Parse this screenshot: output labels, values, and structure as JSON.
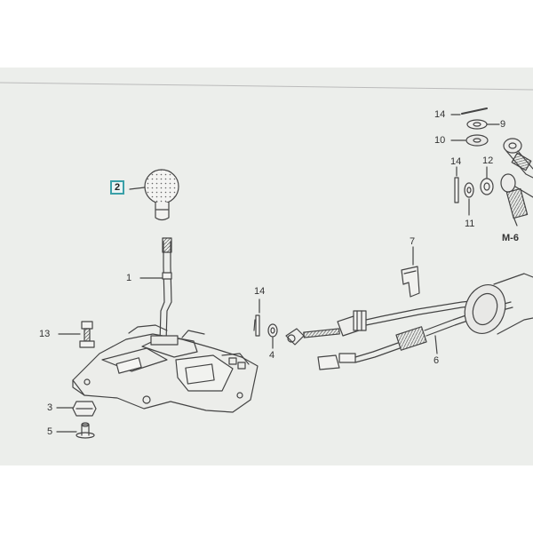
{
  "callouts": {
    "c14_top": "14",
    "c9": "9",
    "c10": "10",
    "c14_right": "14",
    "c12": "12",
    "c11": "11",
    "m6": "M-6",
    "c2": "2",
    "c7": "7",
    "c1": "1",
    "c14_mid": "14",
    "c13": "13",
    "c4": "4",
    "c6": "6",
    "c3": "3",
    "c5": "5"
  }
}
